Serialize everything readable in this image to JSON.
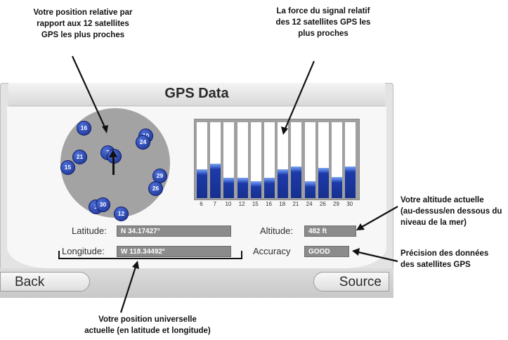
{
  "window": {
    "title": "GPS Data"
  },
  "callouts": {
    "position_relative": "Votre position relative par\nrapport aux 12 satellites\nGPS les plus proches",
    "signal_strength": "La force du signal relatif\ndes 12 satellites GPS les\nplus proches",
    "altitude_note": "Votre altitude actuelle\n(au-dessus/en dessous du\nniveau de la mer)",
    "accuracy_note": "Précision des données\ndes satellites GPS",
    "universal_position": "Votre position universelle\nactuelle (en latitude et longitude)"
  },
  "satellites": [
    {
      "id": "16"
    },
    {
      "id": "10"
    },
    {
      "id": "24"
    },
    {
      "id": "7"
    },
    {
      "id": "8"
    },
    {
      "id": "21"
    },
    {
      "id": "15"
    },
    {
      "id": "29"
    },
    {
      "id": "26"
    },
    {
      "id": "1"
    },
    {
      "id": "30"
    },
    {
      "id": "12"
    }
  ],
  "signal": {
    "labels": [
      "6",
      "7",
      "10",
      "12",
      "15",
      "16",
      "18",
      "21",
      "24",
      "26",
      "29",
      "30"
    ],
    "levels": [
      0.38,
      0.45,
      0.27,
      0.27,
      0.22,
      0.27,
      0.38,
      0.42,
      0.22,
      0.4,
      0.28,
      0.42
    ]
  },
  "fields": {
    "latitude_label": "Latitude:",
    "latitude_value": "N 34.17427°",
    "longitude_label": "Longitude:",
    "longitude_value": "W 118.34492°",
    "altitude_label": "Altitude:",
    "altitude_value": "482 ft",
    "accuracy_label": "Accuracy",
    "accuracy_value": "GOOD"
  },
  "buttons": {
    "back": "Back",
    "source": "Source"
  },
  "colors": {
    "satellite": "#1a2f8f",
    "signal_bar": "#16308e",
    "field_bg": "#8b8b8b"
  },
  "icons": {
    "heading": "heading-arrow-icon"
  }
}
